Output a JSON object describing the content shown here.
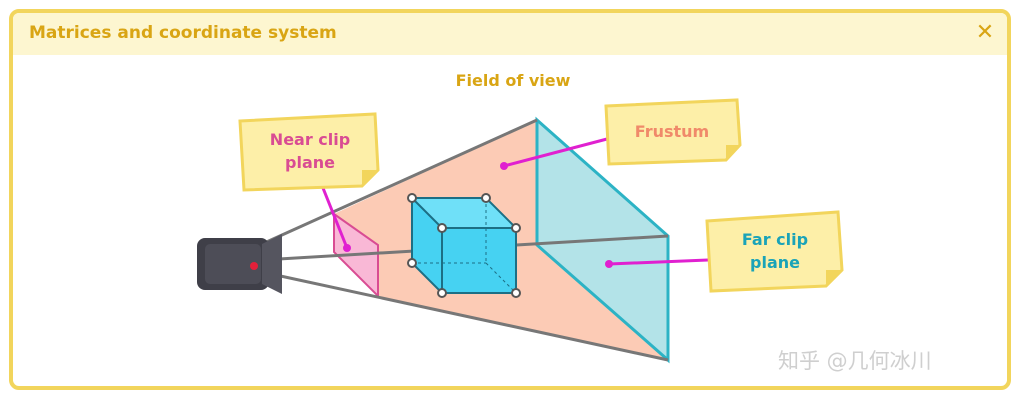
{
  "window": {
    "title": "Matrices and coordinate system"
  },
  "diagram": {
    "heading": "Field of view",
    "labels": {
      "near_line1": "Near clip",
      "near_line2": "plane",
      "frustum": "Frustum",
      "far_line1": "Far clip",
      "far_line2": "plane"
    }
  },
  "watermark": "知乎 @几何冰川",
  "icons": {
    "close": "close-icon",
    "camera": "camera-icon"
  },
  "colors": {
    "accent": "#d9a514",
    "near": "#e0609a",
    "frustum": "#f08a6a",
    "far": "#1aa3b8",
    "pointer": "#e020d0"
  }
}
